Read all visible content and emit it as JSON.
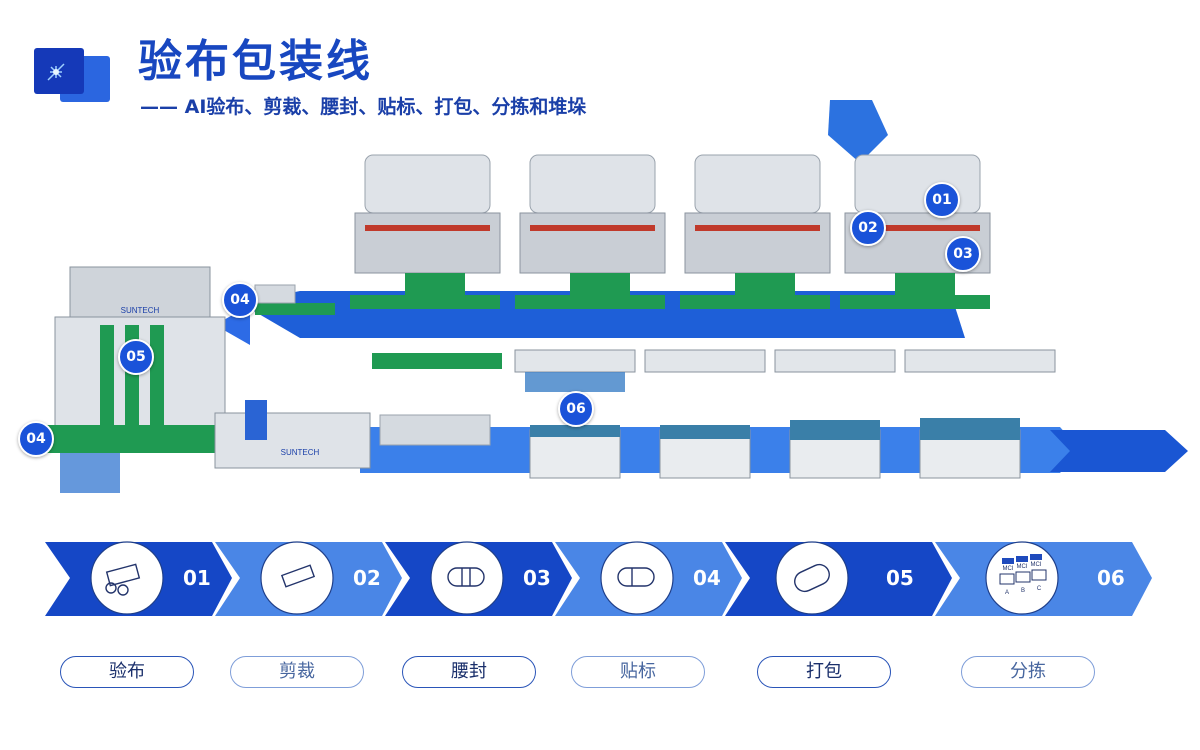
{
  "header": {
    "title": "验布包装线",
    "subtitle": "—— AI验布、剪裁、腰封、贴标、打包、分拣和堆垛"
  },
  "scene": {
    "brand": "SUNTECH",
    "badges": [
      "01",
      "02",
      "03",
      "04",
      "04",
      "05",
      "06"
    ]
  },
  "process": {
    "steps": [
      {
        "num": "01",
        "label": "验布"
      },
      {
        "num": "02",
        "label": "剪裁"
      },
      {
        "num": "03",
        "label": "腰封"
      },
      {
        "num": "04",
        "label": "贴标"
      },
      {
        "num": "05",
        "label": "打包"
      },
      {
        "num": "06",
        "label": "分拣"
      }
    ],
    "sort_labels": [
      "MCI",
      "MCI",
      "MCI",
      "A",
      "B",
      "C"
    ]
  },
  "colors": {
    "primary": "#1a53d9",
    "dark": "#1547c6",
    "light": "#4d86e6",
    "conveyor": "#1f9a52"
  }
}
